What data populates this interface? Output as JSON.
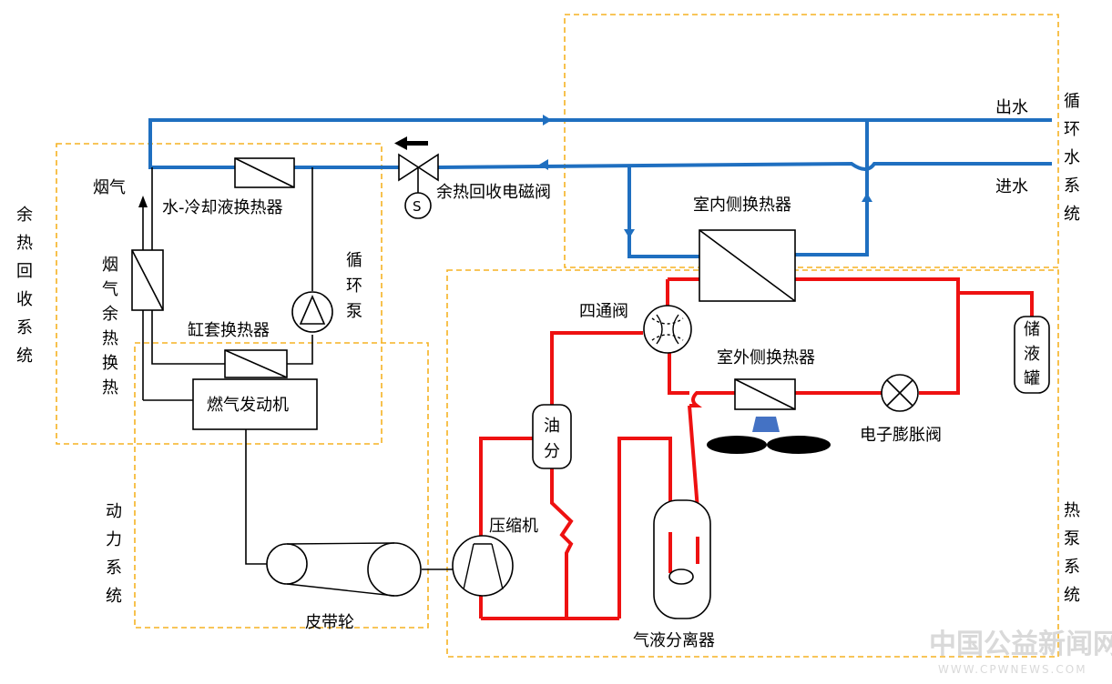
{
  "labels": {
    "waste_heat_system": [
      "余",
      "热",
      "回",
      "收",
      "系",
      "统"
    ],
    "power_system": [
      "动",
      "力",
      "系",
      "统"
    ],
    "circ_water_system": [
      "循",
      "环",
      "水",
      "系",
      "统"
    ],
    "heat_pump_system": [
      "热",
      "泵",
      "系",
      "统"
    ],
    "outlet_water": "出水",
    "inlet_water": "进水",
    "solenoid_valve": "余热回收电磁阀",
    "valve_symbol": "S",
    "flue_gas": "烟气",
    "water_coolant_hx": "水-冷却液换热器",
    "circ_pump": [
      "循",
      "环",
      "泵"
    ],
    "flue_gas_hx": [
      "烟",
      "气",
      "余",
      "热",
      "换",
      "热"
    ],
    "jacket_hx": "缸套换热器",
    "gas_engine": "燃气发动机",
    "belt_pulley": "皮带轮",
    "indoor_hx": "室内侧换热器",
    "four_way_valve": "四通阀",
    "outdoor_hx": "室外侧换热器",
    "expansion_valve": "电子膨胀阀",
    "receiver": [
      "储",
      "液",
      "罐"
    ],
    "oil_separator": [
      "油",
      "分"
    ],
    "compressor": "压缩机",
    "gas_liquid_separator": "气液分离器"
  },
  "watermark": {
    "text": "中国公益新闻网",
    "url": "WWW.CPWNEWS.COM"
  },
  "colors": {
    "water_line": "#1f6fc0",
    "refrigerant_line": "#ee1111",
    "boundary": "#f5b222",
    "fan": "#000000",
    "fan_motor": "#4472c4"
  }
}
